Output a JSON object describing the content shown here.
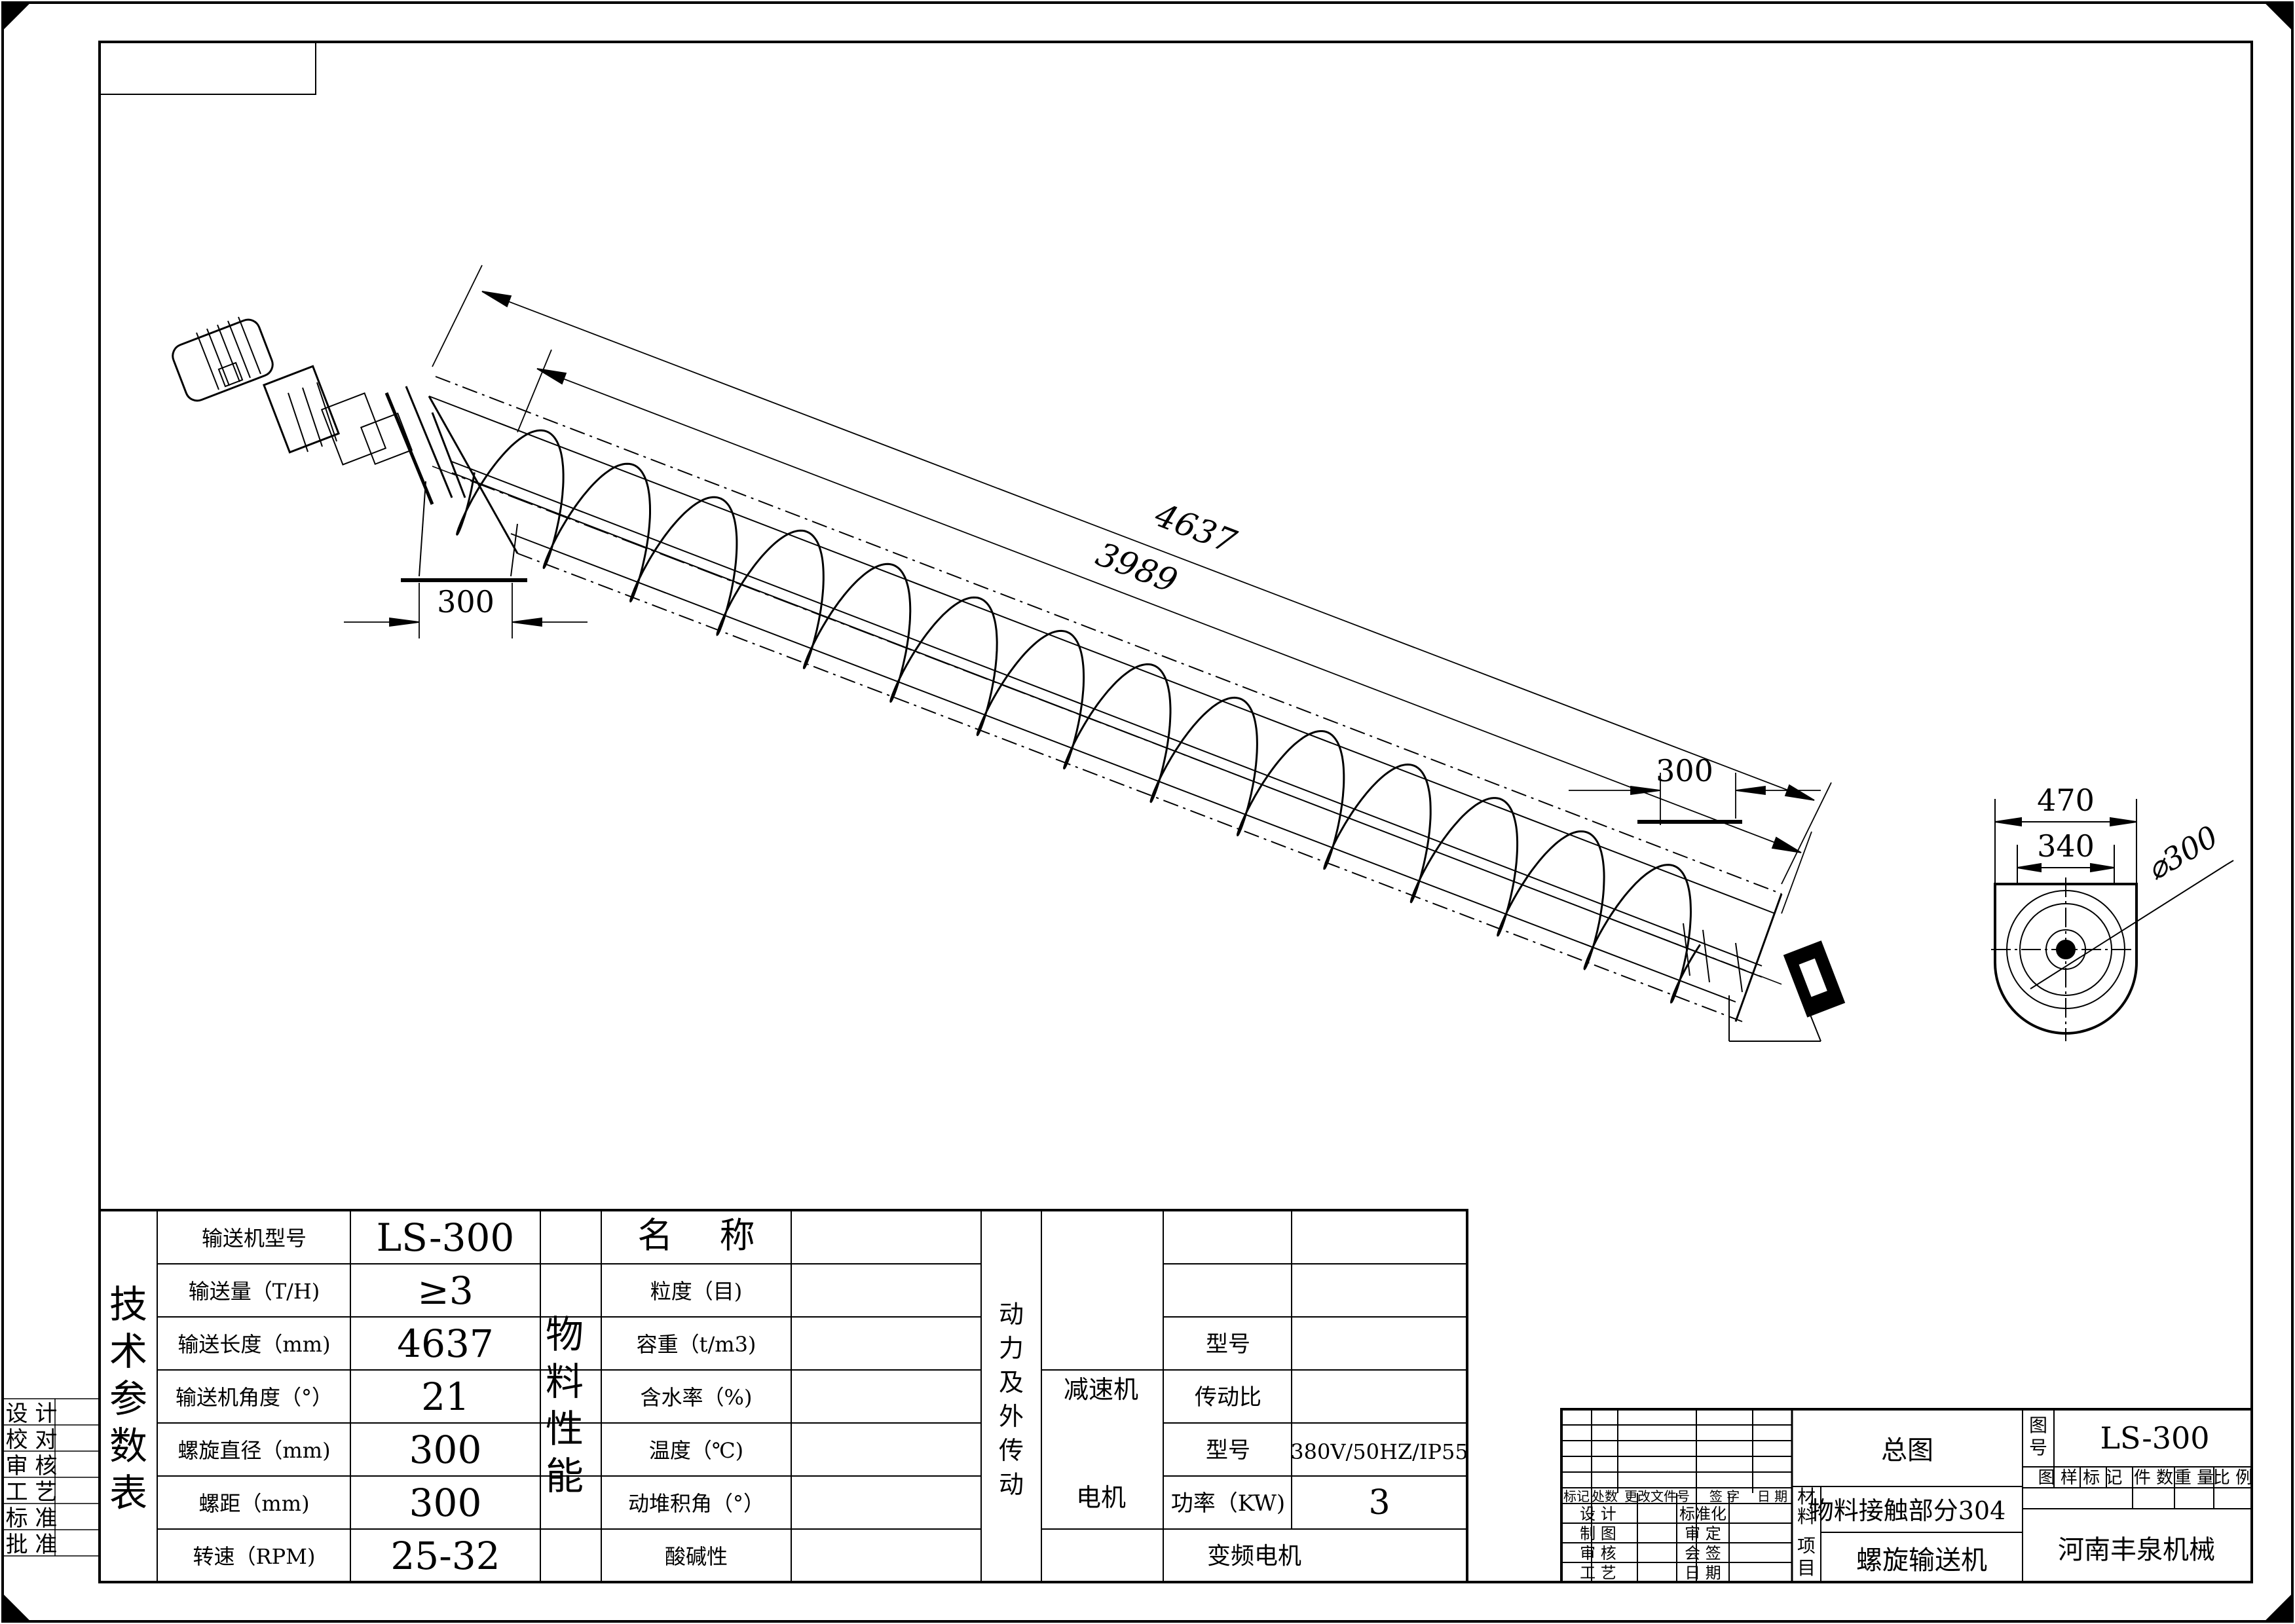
{
  "drawing": {
    "dimensions": {
      "overall_length": "4637",
      "screw_length": "3989",
      "inlet_width": "300",
      "outlet_width": "300",
      "section_outer_width": "470",
      "section_inner_width": "340",
      "screw_diameter": "⌀300"
    }
  },
  "tech_table": {
    "group_title": "技术参数表",
    "rows": [
      {
        "label": "输送机型号",
        "value": "LS-300"
      },
      {
        "label": "输送量（T/H)",
        "value": "≥3"
      },
      {
        "label": "输送长度（mm)",
        "value": "4637"
      },
      {
        "label": "输送机角度（°）",
        "value": "21"
      },
      {
        "label": "螺旋直径（mm)",
        "value": "300"
      },
      {
        "label": "螺距（mm)",
        "value": "300"
      },
      {
        "label": "转速（RPM)",
        "value": "25-32"
      }
    ]
  },
  "material_table": {
    "group_title": "物料性能",
    "header": "名　 称",
    "rows": [
      "粒度（目)",
      "容重（t/m3)",
      "含水率（%)",
      "温度（℃)",
      "动堆积角（°）",
      "酸碱性"
    ]
  },
  "power_table": {
    "group_title": "动力及外传动",
    "reducer": "减速机",
    "reducer_rows": [
      "型号",
      "传动比"
    ],
    "motor": "电机",
    "motor_rows": [
      {
        "label": "型号",
        "value": "380V/50HZ/IP55"
      },
      {
        "label": "功率（KW)",
        "value": "3"
      }
    ],
    "vfd": "变频电机"
  },
  "left_stamp": [
    "设 计",
    "校 对",
    "审 核",
    "工 艺",
    "标 准",
    "批 准"
  ],
  "title_block": {
    "drawing_title": "总图",
    "drawing_no_label": "图号",
    "drawing_no": "LS-300",
    "material_label": "材料",
    "material": "物料接触部分304",
    "project_label": "项目",
    "product": "螺旋输送机",
    "company": "河南丰泉机械",
    "rev_header": [
      "标记",
      "处数",
      "更改文件号",
      "签 字",
      "日 期"
    ],
    "sign_left": [
      "设 计",
      "制 图",
      "审 核",
      "工 艺"
    ],
    "sign_right": [
      "标准化",
      "审 定",
      "会 签",
      "日 期"
    ],
    "attr_header": [
      "图 样 标 记",
      "件 数",
      "重 量",
      "比 例"
    ]
  }
}
